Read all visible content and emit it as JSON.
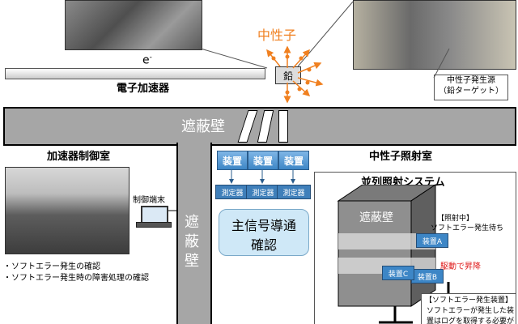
{
  "labels": {
    "neutron": "中性子",
    "electron": "e",
    "electron_sup": "-",
    "accelerator": "電子加速器",
    "lead": "鉛",
    "source_line1": "中性子発生源",
    "source_line2": "（鉛ターゲット）",
    "shield_wall": "遮蔽壁",
    "control_room": "加速器制御室",
    "irradiation_room": "中性子照射室",
    "control_terminal": "制御端末",
    "vertical_wall_1": "遮",
    "vertical_wall_2": "蔽",
    "vertical_wall_3": "壁",
    "parallel_system": "並列照射システム",
    "signal_line1": "主信号導通",
    "signal_line2": "確認",
    "inner_wall": "遮蔽壁",
    "bullet1": "・ソフトエラー発生の確認",
    "bullet2": "・ソフトエラー発生時の障害処理の確認",
    "irradiating": "【照射中】",
    "waiting": "ソフトエラー発生待ち",
    "device_a": "装置A",
    "device_b": "装置B",
    "device_c": "装置C",
    "raise": "駆動で昇降",
    "softerror_device": "【ソフトエラー発生装置】",
    "softerror_note1": "ソフトエラーが発生した装",
    "softerror_note2": "置はログを取得する必要が"
  },
  "devices": [
    "装置",
    "装置",
    "装置"
  ],
  "meters": [
    "測定器",
    "測定器",
    "測定器"
  ],
  "colors": {
    "neutron_orange": "#f08020",
    "wall_gray": "#a6a6a6",
    "device_blue": "#3d86c6",
    "signal_box": "#cfe8f7",
    "arrow_red": "#e02020"
  }
}
